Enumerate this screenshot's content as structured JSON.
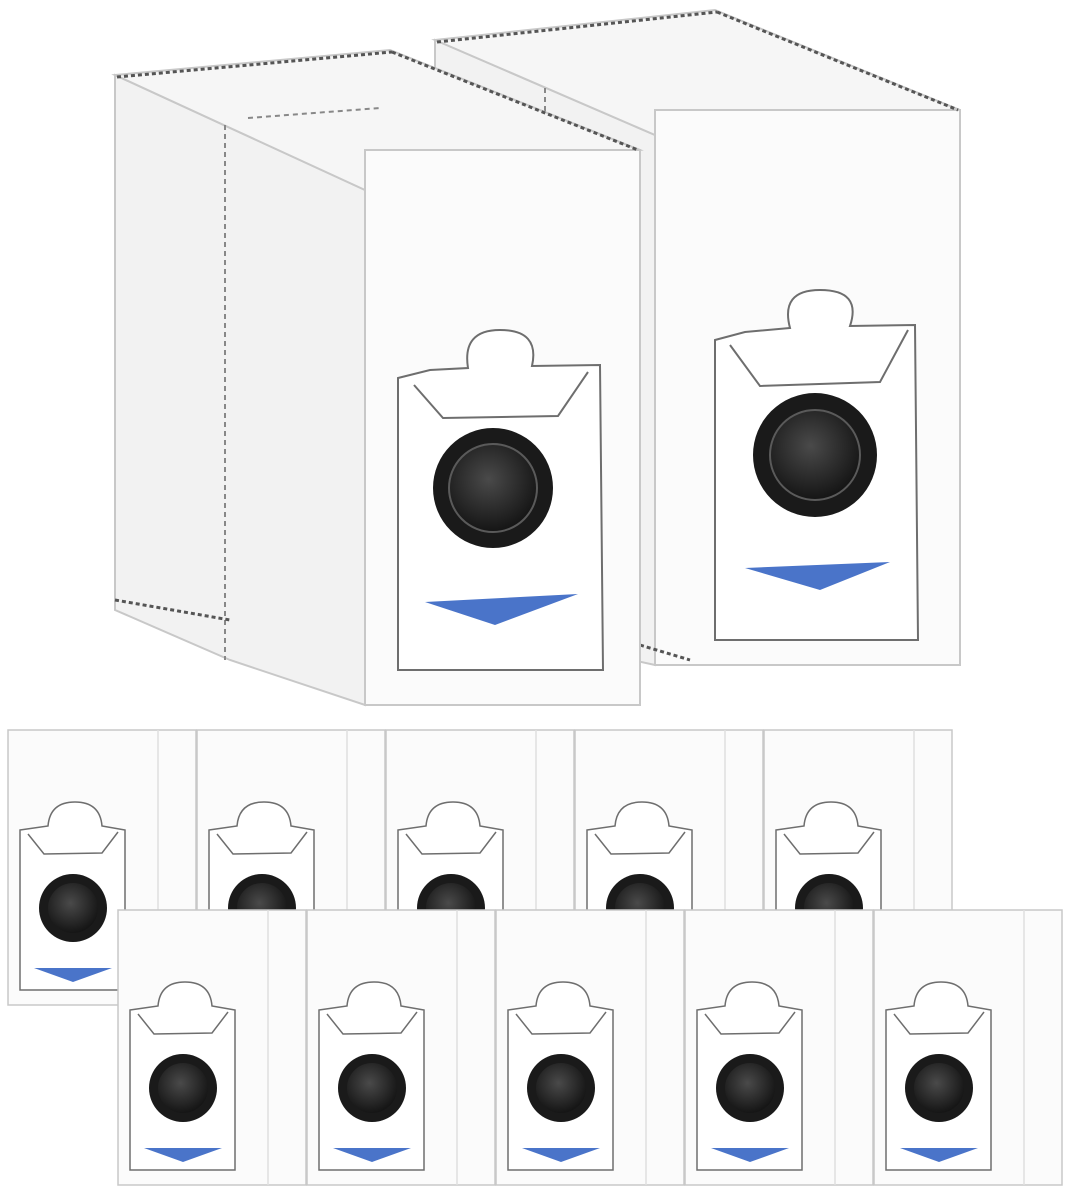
{
  "image": {
    "subject": "dust-bags",
    "colors": {
      "background": "#ffffff",
      "bag_face": "#fbfbfb",
      "bag_side": "#f2f2f2",
      "bag_top": "#f6f6f6",
      "outline": "#c8c8c8",
      "stitch": "#555555",
      "card": "#ffffff",
      "card_outline": "#6e6e6e",
      "port_ring": "#1a1a1a",
      "port_inner": "#2e2e2e",
      "arrow": "#4a74c9"
    },
    "large_bag_count": 2,
    "flat_bag_rows": [
      5,
      5
    ]
  }
}
